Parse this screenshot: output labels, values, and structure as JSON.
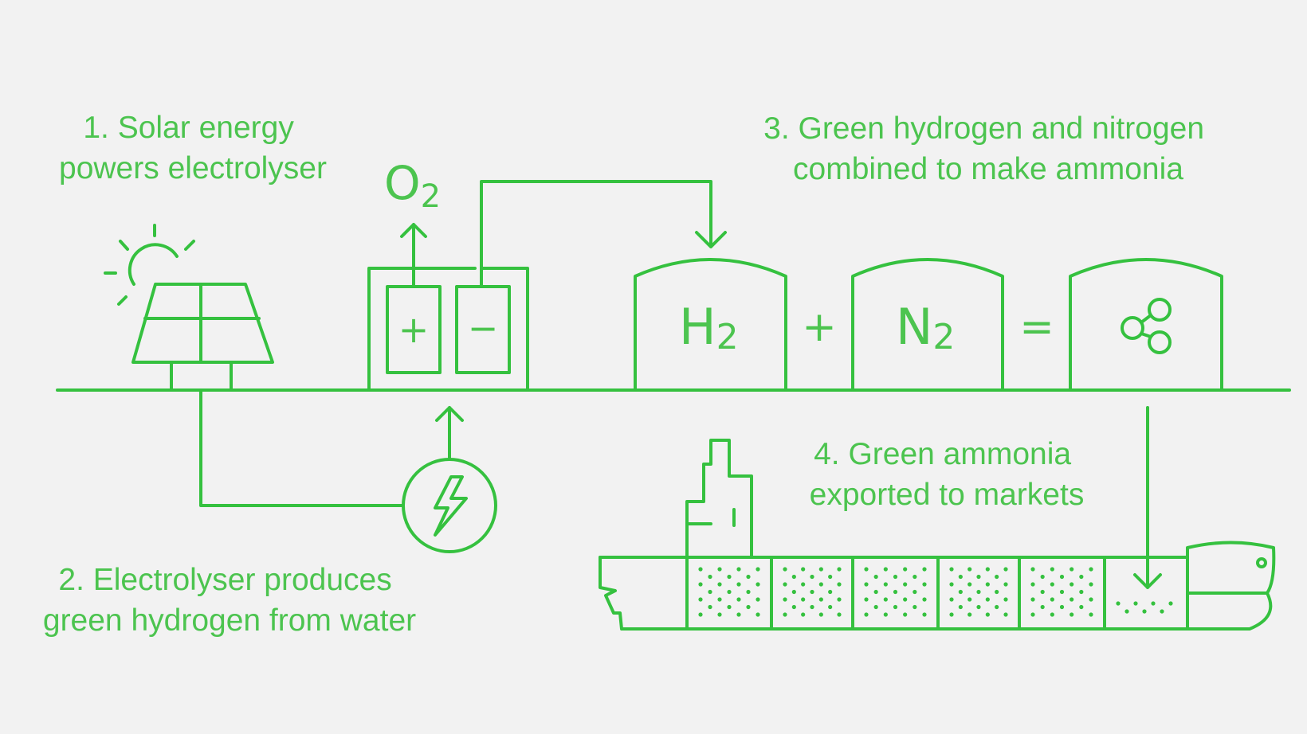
{
  "colors": {
    "line": "#35c13f",
    "text": "#4cc44f",
    "background": "#f2f2f2"
  },
  "steps": [
    {
      "number": 1,
      "lines": [
        "1. Solar energy",
        "powers electrolyser"
      ]
    },
    {
      "number": 2,
      "lines": [
        "2. Electrolyser produces",
        "green hydrogen from water"
      ]
    },
    {
      "number": 3,
      "lines": [
        "3. Green hydrogen and nitrogen",
        "combined to make ammonia"
      ]
    },
    {
      "number": 4,
      "lines": [
        "4. Green ammonia",
        "exported to markets"
      ]
    }
  ],
  "electrolyser": {
    "anode": "+",
    "cathode": "−",
    "oxygen": {
      "symbol": "O",
      "subscript": "2"
    }
  },
  "tanks": [
    {
      "symbol": "H",
      "subscript": "2"
    },
    {
      "symbol": "N",
      "subscript": "2"
    }
  ],
  "operators": {
    "plus": "+",
    "equals": "="
  },
  "icons": {
    "sun": "sun-icon",
    "solar_panel": "solar-panel-icon",
    "power": "lightning-bolt-icon",
    "molecule": "molecule-share-icon",
    "ship": "cargo-ship-icon"
  }
}
